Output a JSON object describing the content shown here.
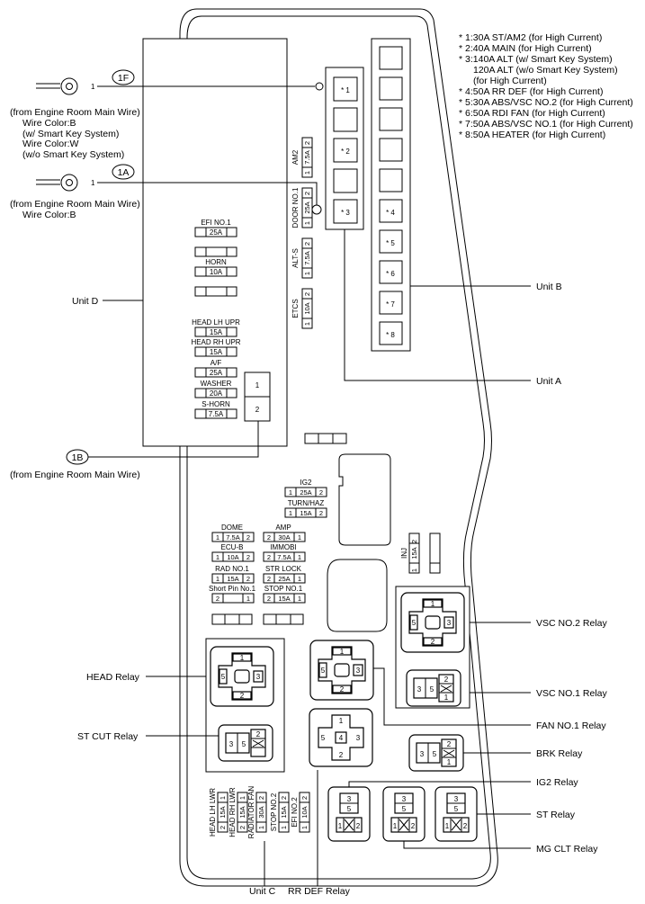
{
  "notes": [
    "* 1:30A ST/AM2 (for High Current)",
    "* 2:40A MAIN (for High Current)",
    "* 3:140A ALT (w/ Smart Key System)",
    "120A ALT (w/o Smart Key System)",
    "(for High Current)",
    "* 4:50A RR DEF (for High Current)",
    "* 5:30A ABS/VSC NO.2 (for High Current)",
    "* 6:50A RDI FAN (for High Current)",
    "* 7:50A ABS/VSC NO.1 (for High Current)",
    "* 8:50A HEATER (for High Current)"
  ],
  "connectors": {
    "c1f": {
      "code": "1F",
      "pin": "1",
      "desc": [
        "(from Engine Room Main Wire)",
        "Wire Color:B",
        "(w/ Smart Key System)",
        "Wire Color:W",
        "(w/o Smart Key System)"
      ]
    },
    "c1a": {
      "code": "1A",
      "pin": "1",
      "desc": [
        "(from Engine Room Main Wire)",
        "Wire Color:B"
      ]
    },
    "c1b": {
      "code": "1B",
      "desc": "(from Engine Room Main Wire)"
    }
  },
  "unit_labels": {
    "unit_a": "Unit A",
    "unit_b": "Unit B",
    "unit_c": "Unit C",
    "unit_d": "Unit D"
  },
  "high_current": {
    "unit_a": [
      "* 1",
      "",
      "* 2",
      "",
      "* 3"
    ],
    "unit_b": [
      "",
      "",
      "",
      "",
      "",
      "* 4",
      "* 5",
      "* 6",
      "* 7",
      "* 8"
    ]
  },
  "unit_d_fuses": [
    {
      "name": "EFI NO.1",
      "amp": "25A"
    },
    {
      "name": "",
      "amp": ""
    },
    {
      "name": "HORN",
      "amp": "10A"
    },
    {
      "name": "",
      "amp": ""
    },
    {
      "name": "HEAD LH UPR",
      "amp": "15A"
    },
    {
      "name": "HEAD RH UPR",
      "amp": "15A"
    },
    {
      "name": "A/F",
      "amp": "25A"
    },
    {
      "name": "WASHER",
      "amp": "20A"
    },
    {
      "name": "S-HORN",
      "amp": "7.5A"
    }
  ],
  "unit_d_connector_pins": [
    "1",
    "2"
  ],
  "vertical_fuses": [
    {
      "name": "AM2",
      "amp": "7.5A",
      "p1": "2",
      "p2": "1"
    },
    {
      "name": "DOOR NO.1",
      "amp": "25A",
      "p1": "2",
      "p2": "1"
    },
    {
      "name": "ALT-S",
      "amp": "7.5A",
      "p1": "2",
      "p2": "1"
    },
    {
      "name": "ETCS",
      "amp": "10A",
      "p1": "2",
      "p2": "1"
    }
  ],
  "center_fuses": [
    {
      "name": "IG2",
      "p1": "1",
      "amp": "25A",
      "p2": "2"
    },
    {
      "name": "TURN/HAZ",
      "p1": "1",
      "amp": "15A",
      "p2": "2"
    }
  ],
  "left_fuses": [
    {
      "name": "DOME",
      "p1": "1",
      "amp": "7.5A",
      "p2": "2"
    },
    {
      "name": "ECU-B",
      "p1": "1",
      "amp": "10A",
      "p2": "2"
    },
    {
      "name": "RAD NO.1",
      "p1": "1",
      "amp": "15A",
      "p2": "2"
    },
    {
      "name": "Short Pin No.1",
      "p1": "2",
      "amp": "",
      "p2": "1"
    }
  ],
  "right_fuses": [
    {
      "name": "AMP",
      "p1": "2",
      "amp": "30A",
      "p2": "1"
    },
    {
      "name": "IMMOBI",
      "p1": "2",
      "amp": "7.5A",
      "p2": "1"
    },
    {
      "name": "STR LOCK",
      "p1": "2",
      "amp": "25A",
      "p2": "1"
    },
    {
      "name": "STOP NO.1",
      "p1": "2",
      "amp": "15A",
      "p2": "1"
    }
  ],
  "inj_fuse": {
    "name": "INJ",
    "amp": "15A",
    "p1": "2",
    "p2": "1"
  },
  "bottom_fuses": [
    {
      "name": "HEAD LH LWR",
      "amp": "15A",
      "p1": "1",
      "p2": "2"
    },
    {
      "name": "HEAD RH LWR",
      "amp": "15A",
      "p1": "1",
      "p2": "2"
    },
    {
      "name": "RADIATOR FAN",
      "amp": "30A",
      "p1": "2",
      "p2": "1"
    },
    {
      "name": "STOP NO.2",
      "amp": "15A",
      "p1": "2",
      "p2": "1"
    },
    {
      "name": "EFI NO.2",
      "amp": "10A",
      "p1": "2",
      "p2": "1"
    }
  ],
  "relays": {
    "vsc2": "VSC NO.2 Relay",
    "vsc1": "VSC NO.1 Relay",
    "fan1": "FAN NO.1 Relay",
    "brk": "BRK Relay",
    "ig2": "IG2 Relay",
    "st": "ST Relay",
    "mgclt": "MG CLT Relay",
    "head": "HEAD Relay",
    "stcut": "ST CUT Relay",
    "rrdef": "RR DEF Relay"
  },
  "relay_pins": {
    "big": [
      "1",
      "5",
      "3",
      "2"
    ],
    "mid": [
      "1",
      "5",
      "4",
      "3",
      "2"
    ],
    "small4": [
      "3",
      "5",
      "2",
      "1"
    ],
    "small_stcut": [
      "3",
      "5",
      "2"
    ],
    "vert": [
      "3",
      "5",
      "1",
      "2"
    ]
  }
}
